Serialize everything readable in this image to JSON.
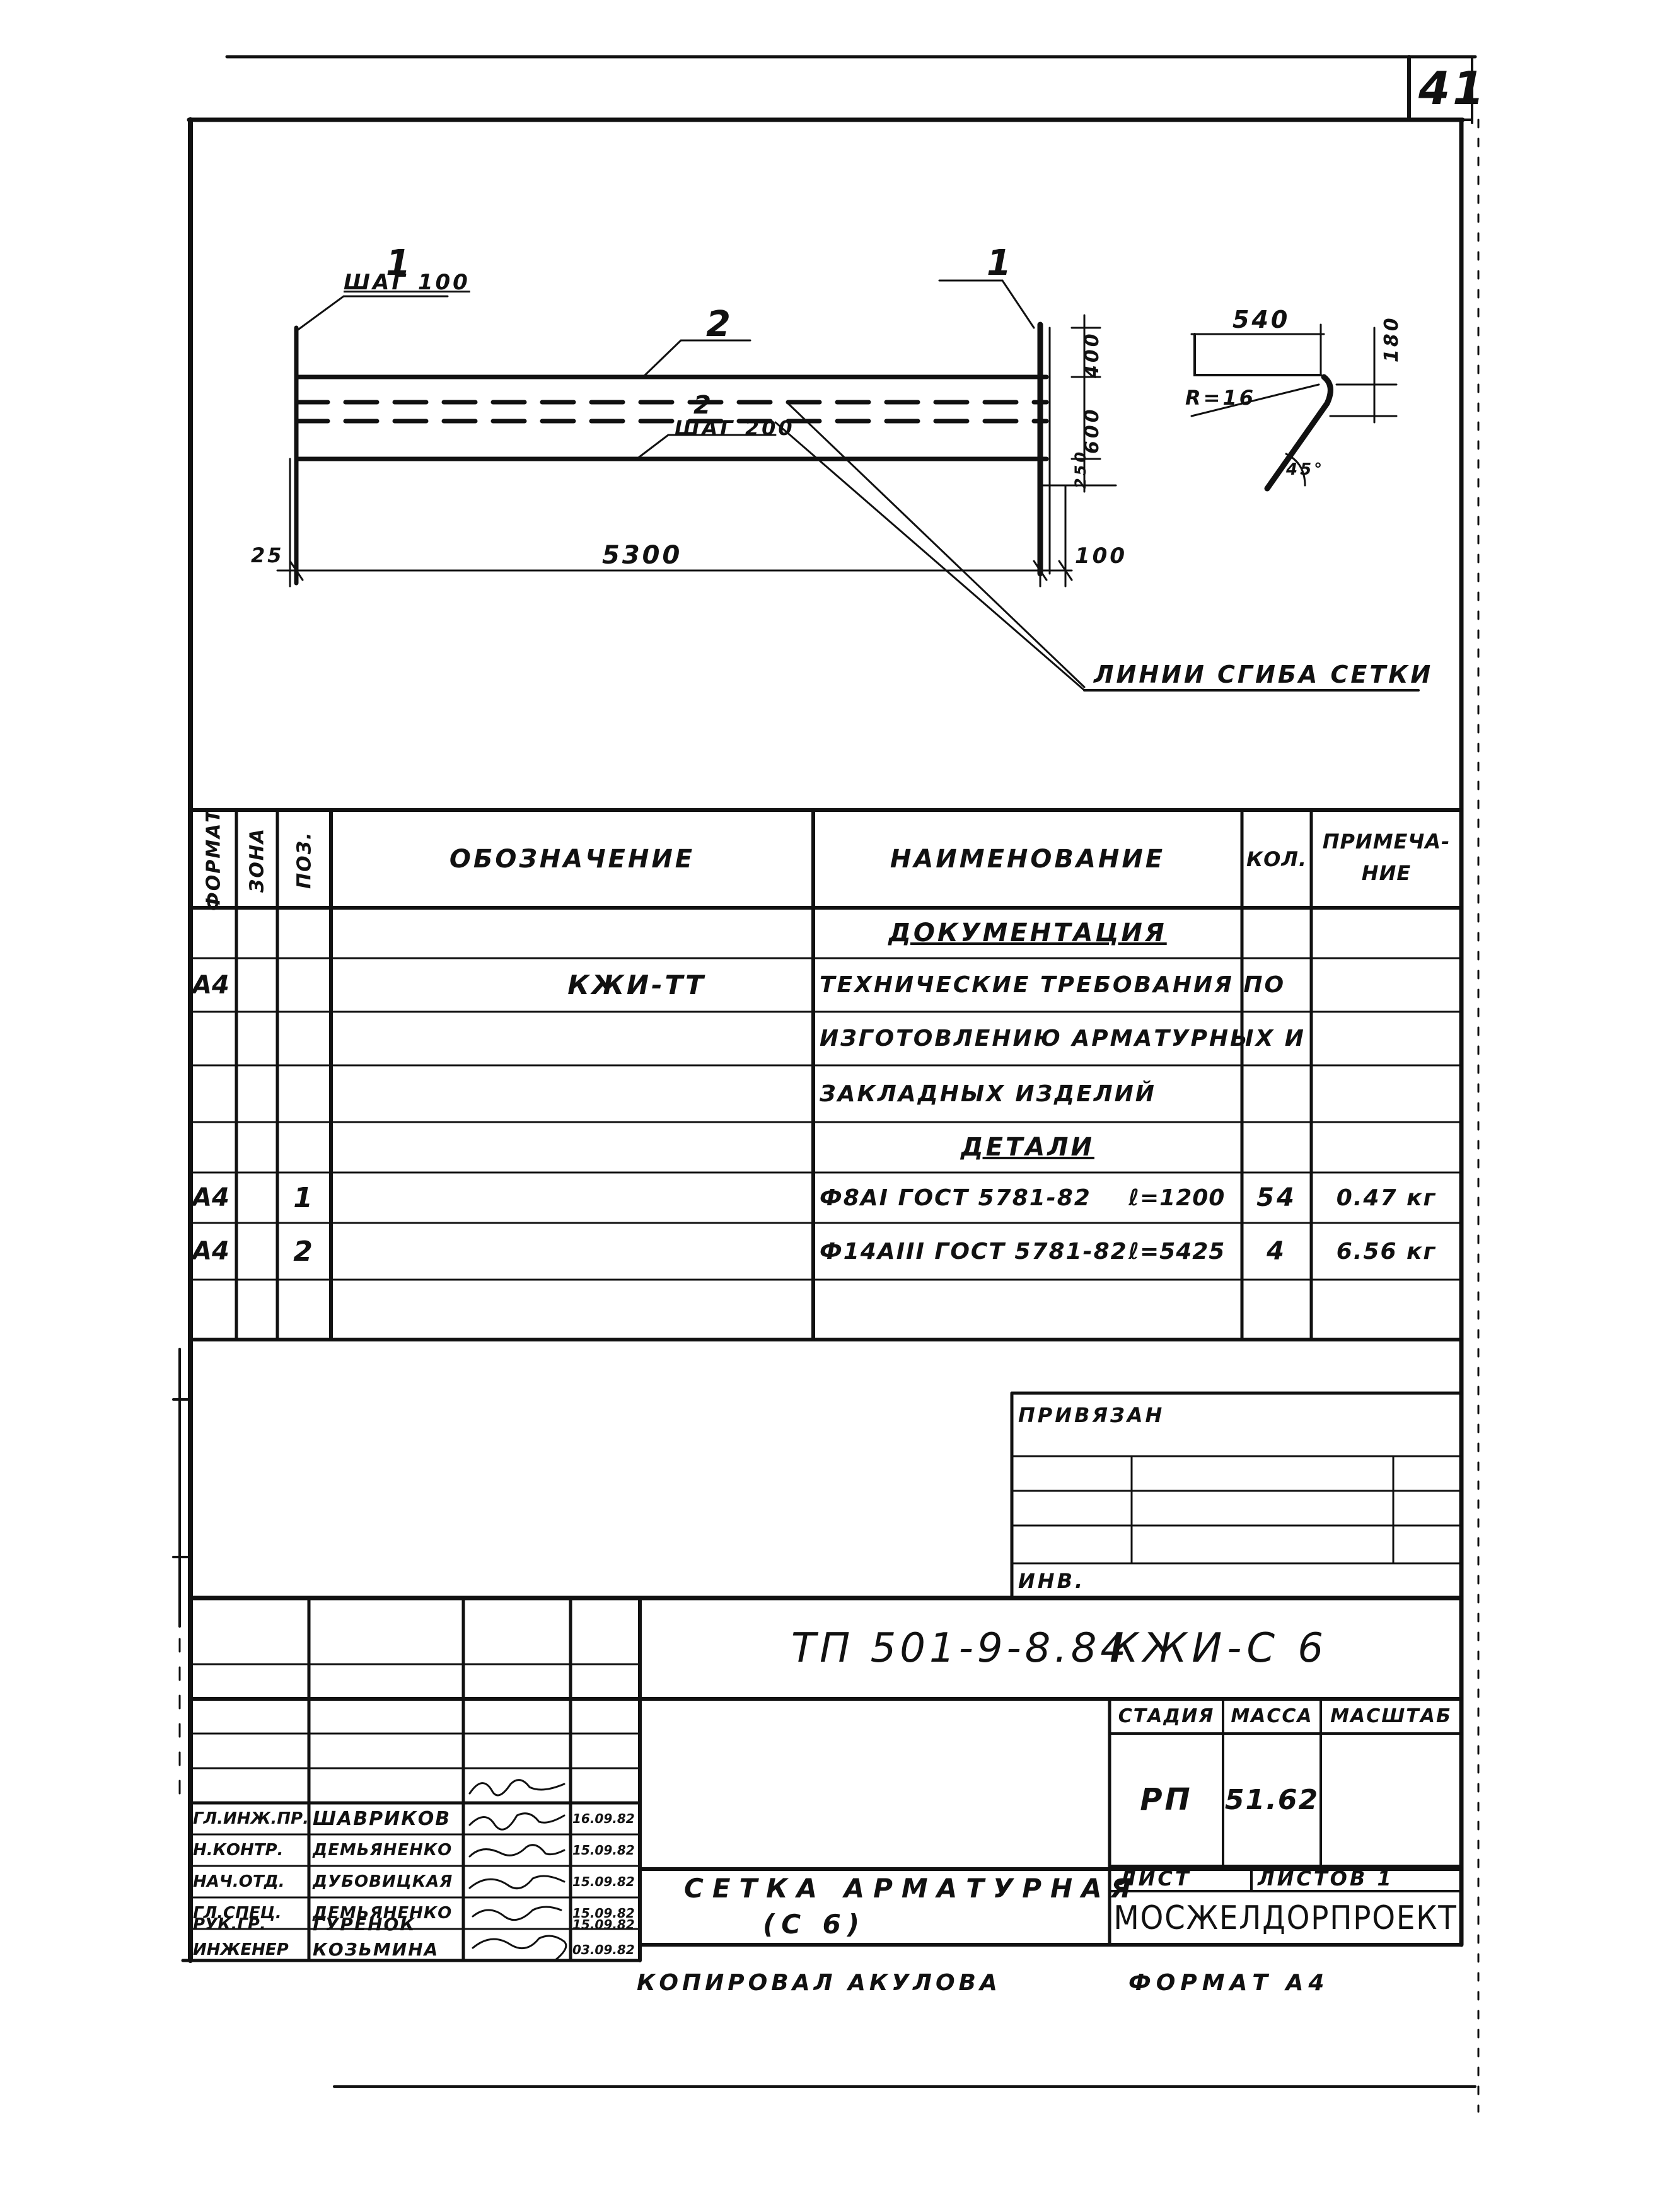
{
  "page_number": "41",
  "drawing": {
    "label_1_left": "1",
    "label_step_100": "ШАГ 100",
    "label_2_top": "2",
    "label_2_mid": "2",
    "label_step_200": "ШАГ 200",
    "label_1_right": "1",
    "dim_400": "400",
    "dim_600": "600",
    "dim_250": "250",
    "dim_25": "25",
    "dim_5300": "5300",
    "dim_100": "100",
    "bend_leader": "ЛИНИИ СГИБА СЕТКИ",
    "detail_dim_540": "540",
    "detail_dim_180": "180",
    "detail_radius": "R=16",
    "detail_angle": "45°"
  },
  "spec_table": {
    "headers": {
      "format": "ФОРМАТ",
      "zone": "ЗОНА",
      "pos": "ПОЗ.",
      "designation": "ОБОЗНАЧЕНИЕ",
      "name": "НАИМЕНОВАНИЕ",
      "qty": "КОЛ.",
      "note_1": "ПРИМЕЧА-",
      "note_2": "НИЕ"
    },
    "section_docs": "ДОКУМЕНТАЦИЯ",
    "doc_row": {
      "format": "А4",
      "designation": "КЖИ-ТТ",
      "name_1": "ТЕХНИЧЕСКИЕ ТРЕБОВАНИЯ ПО",
      "name_2": "ИЗГОТОВЛЕНИЮ АРМАТУРНЫХ И",
      "name_3": "ЗАКЛАДНЫХ ИЗДЕЛИЙ"
    },
    "section_parts": "ДЕТАЛИ",
    "rows": [
      {
        "format": "А4",
        "pos": "1",
        "name": "Ф8АI ГОСТ 5781-82",
        "length": "ℓ=1200",
        "qty": "54",
        "note": "0.47 кг"
      },
      {
        "format": "А4",
        "pos": "2",
        "name": "Ф14АIII ГОСТ 5781-82",
        "length": "ℓ=5425",
        "qty": "4",
        "note": "6.56 кг"
      }
    ]
  },
  "binding_box": {
    "title": "ПРИВЯЗАН",
    "inv": "ИНВ."
  },
  "title_block": {
    "code": "ТП 501-9-8.84",
    "mark": "КЖИ-С 6",
    "stage_header": "СТАДИЯ",
    "mass_header": "МАССА",
    "scale_header": "МАСШТАБ",
    "stage": "РП",
    "mass": "51.62",
    "sheet_label": "ЛИСТ",
    "sheets_label": "ЛИСТОВ 1",
    "title_1": "СЕТКА АРМАТУРНАЯ",
    "title_2": "(С 6)",
    "organization": "МОСЖЕЛДОРПРОЕКТ",
    "people": [
      {
        "role": "ГЛ.ИНЖ.ПР.",
        "name": "ШАВРИКОВ",
        "date": "16.09.82"
      },
      {
        "role": "Н.КОНТР.",
        "name": "ДЕМЬЯНЕНКО",
        "date": "15.09.82"
      },
      {
        "role": "НАЧ.ОТД.",
        "name": "ДУБОВИЦКАЯ",
        "date": "15.09.82"
      },
      {
        "role": "ГЛ.СПЕЦ.",
        "name": "ДЕМЬЯНЕНКО",
        "date": "15.09.82"
      },
      {
        "role": "РУК.ГР.",
        "name": "ГУРЕНОК",
        "date": "15.09.82"
      },
      {
        "role": "ИНЖЕНЕР",
        "name": "КОЗЬМИНА",
        "date": "03.09.82"
      }
    ]
  },
  "footer": {
    "copied": "КОПИРОВАЛ АКУЛОВА",
    "format": "ФОРМАТ А4"
  }
}
